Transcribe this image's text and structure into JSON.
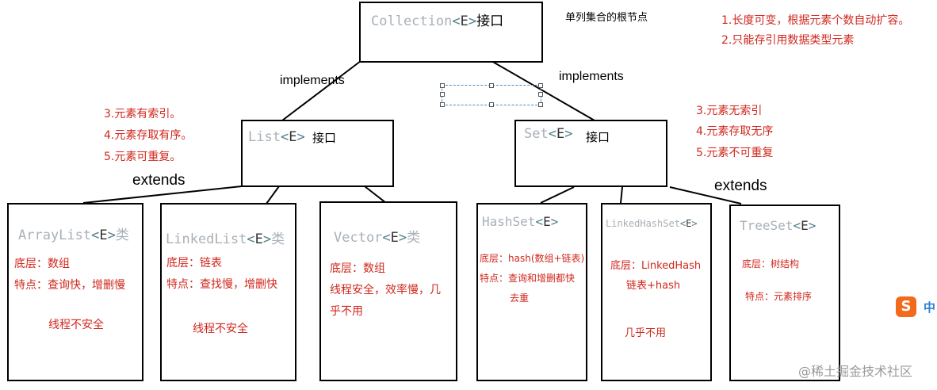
{
  "collection": {
    "code": "Collection",
    "generic": "E",
    "suffix": "接口"
  },
  "root_note": "单列集合的根节点",
  "collection_notes": [
    "1.长度可变，根据元素个数自动扩容。",
    "2.只能存引用数据类型元素"
  ],
  "edges": {
    "implements_left": "implements",
    "implements_right": "implements",
    "extends_left": "extends",
    "extends_right": "extends"
  },
  "list": {
    "code": "List",
    "generic": "E",
    "suffix": "接口",
    "notes": [
      "3.元素有索引。",
      "4.元素存取有序。",
      "5.元素可重复。"
    ]
  },
  "set": {
    "code": "Set",
    "generic": "E",
    "suffix": "接口",
    "notes": [
      "3.元素无索引",
      "4.元素存取无序",
      "5.元素不可重复"
    ]
  },
  "impls": [
    {
      "code": "ArrayList",
      "generic": "E",
      "suffix": "类",
      "lines": [
        "底层：数组",
        "特点：查询快，增删慢",
        "线程不安全"
      ]
    },
    {
      "code": "LinkedList",
      "generic": "E",
      "suffix": "类",
      "lines": [
        "底层：链表",
        "特点：查找慢，增删快",
        "线程不安全"
      ]
    },
    {
      "code": "Vector",
      "generic": "E",
      "suffix": "类",
      "lines": [
        "底层：数组",
        "线程安全，效率慢，几",
        "乎不用"
      ]
    },
    {
      "code": "HashSet",
      "generic": "E",
      "suffix": "",
      "lines": [
        "底层：hash(数组+链表)",
        "特点：查询和增删都快",
        "去重"
      ]
    },
    {
      "code": "LinkedHashSet",
      "generic": "E",
      "suffix": "",
      "lines": [
        "底层：LinkedHash",
        "链表+hash",
        "几乎不用"
      ]
    },
    {
      "code": "TreeSet",
      "generic": "E",
      "suffix": "",
      "lines": [
        "底层：树结构",
        "特点：元素排序"
      ]
    }
  ],
  "ime_badge": {
    "glyph": "S",
    "label": "中"
  },
  "watermark": "@稀土掘金技术社区",
  "colors": {
    "note_red": "#d0271d",
    "code_gray": "#a9b0b7",
    "bracket_teal": "#4f7f8a",
    "ime_orange": "#f26b1d",
    "ime_blue": "#2a7fd9"
  }
}
